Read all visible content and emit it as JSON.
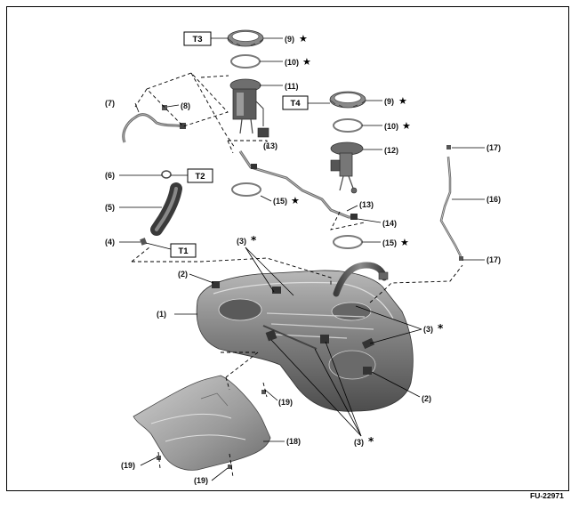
{
  "figure_ref": "FU-22971",
  "callouts": {
    "c1": "(1)",
    "c2a": "(2)",
    "c2b": "(2)",
    "c3a": "(3)",
    "c3b": "(3)",
    "c3c": "(3)",
    "c4": "(4)",
    "c5": "(5)",
    "c6": "(6)",
    "c7": "(7)",
    "c8": "(8)",
    "c9a": "(9)",
    "c9b": "(9)",
    "c10a": "(10)",
    "c10b": "(10)",
    "c11": "(11)",
    "c12": "(12)",
    "c13a": "(13)",
    "c13b": "(13)",
    "c14": "(14)",
    "c15a": "(15)",
    "c15b": "(15)",
    "c16": "(16)",
    "c17a": "(17)",
    "c17b": "(17)",
    "c18": "(18)",
    "c19a": "(19)",
    "c19b": "(19)",
    "c19c": "(19)"
  },
  "torque_boxes": {
    "t1": "T1",
    "t2": "T2",
    "t3": "T3",
    "t4": "T4"
  },
  "marks": {
    "star": "★",
    "asterisk": "*"
  },
  "colors": {
    "line": "#000000",
    "part_dark": "#4a4a4a",
    "part_mid": "#8a8a8a",
    "part_light": "#c8c8c8",
    "ring": "#9a9a9a"
  }
}
